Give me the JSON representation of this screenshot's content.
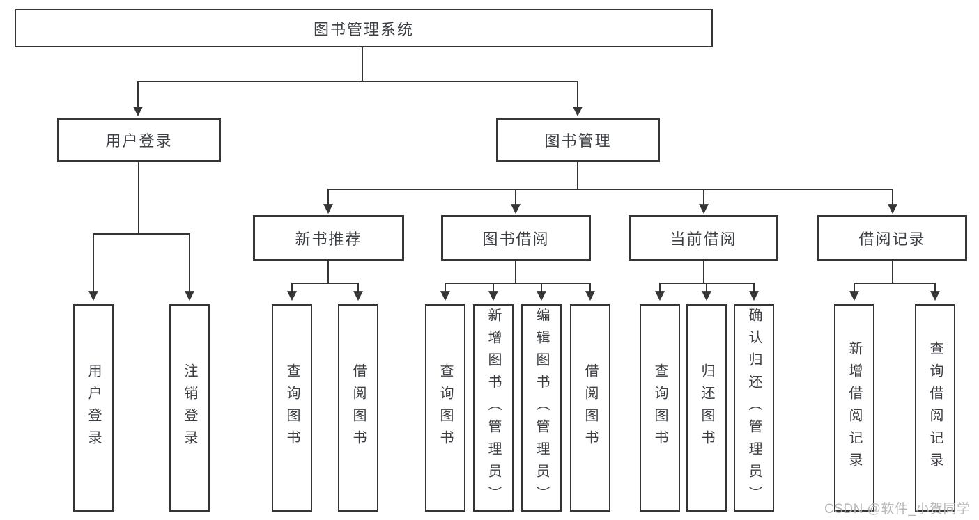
{
  "diagram": {
    "root": {
      "label": "图书管理系统"
    },
    "branches": [
      {
        "label": "用户登录",
        "children": [
          {
            "label": "用户登录"
          },
          {
            "label": "注销登录"
          }
        ]
      },
      {
        "label": "图书管理",
        "children": [
          {
            "label": "新书推荐",
            "children": [
              {
                "label": "查询图书"
              },
              {
                "label": "借阅图书"
              }
            ]
          },
          {
            "label": "图书借阅",
            "children": [
              {
                "label": "查询图书"
              },
              {
                "label": "新增图书（管理员）"
              },
              {
                "label": "编辑图书（管理员）"
              },
              {
                "label": "借阅图书"
              }
            ]
          },
          {
            "label": "当前借阅",
            "children": [
              {
                "label": "查询图书"
              },
              {
                "label": "归还图书"
              },
              {
                "label": "确认归还（管理员）"
              }
            ]
          },
          {
            "label": "借阅记录",
            "children": [
              {
                "label": "新增借阅记录"
              },
              {
                "label": "查询借阅记录"
              }
            ]
          }
        ]
      }
    ]
  },
  "watermark": {
    "text": "CSDN @软件_小贺同学"
  },
  "colors": {
    "line": "#353535",
    "box_border": "#353535",
    "text": "#3c3f44",
    "background": "#ffffff",
    "watermark": "#b7b7b7"
  }
}
